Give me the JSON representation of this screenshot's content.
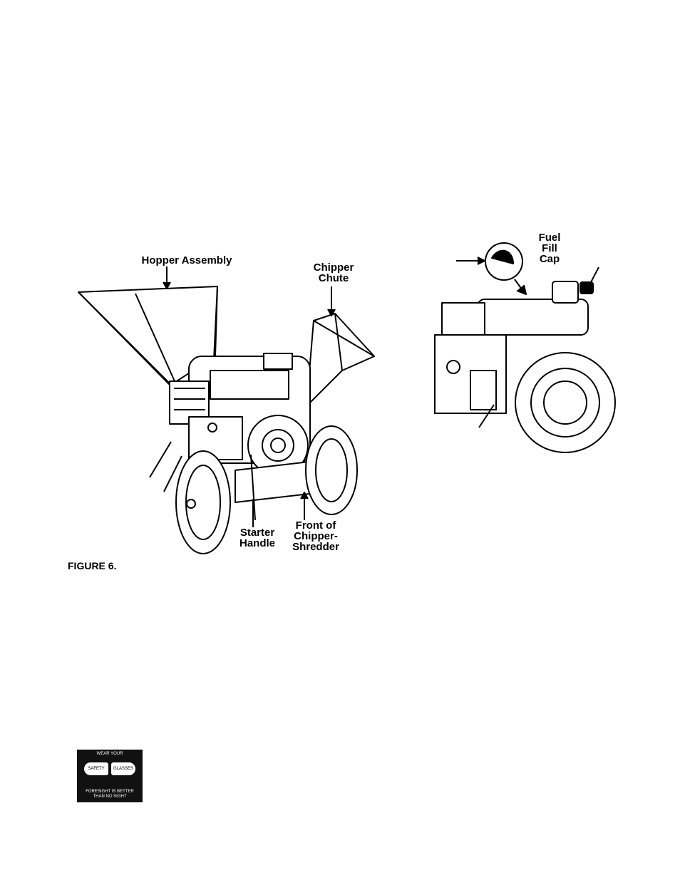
{
  "figure6": {
    "caption": "FIGURE 6.",
    "labels": {
      "hopper_assembly": "Hopper Assembly",
      "chipper_chute_1": "Chipper",
      "chipper_chute_2": "Chute",
      "starter_handle_1": "Starter",
      "starter_handle_2": "Handle",
      "front_1": "Front of",
      "front_2": "Chipper-",
      "front_3": "Shredder"
    }
  },
  "engine_figure": {
    "labels": {
      "fuel_1": "Fuel",
      "fuel_2": "Fill",
      "fuel_3": "Cap"
    }
  },
  "safety_badge": {
    "top": "WEAR YOUR",
    "left_lens": "SAFETY",
    "right_lens": "GLASSES",
    "bottom_1": "FORESIGHT IS BETTER",
    "bottom_2": "THAN NO SIGHT"
  }
}
